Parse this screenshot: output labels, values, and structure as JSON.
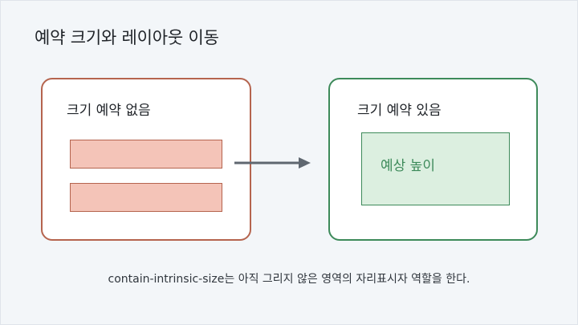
{
  "title": "예약 크기와 레이아웃 이동",
  "left_panel": {
    "title": "크기 예약 없음",
    "border_color": "#b5644e",
    "fill_color": "#f4c4b8"
  },
  "right_panel": {
    "title": "크기 예약 있음",
    "placeholder_label": "예상 높이",
    "border_color": "#3d8a5a",
    "fill_color": "#dcefe0"
  },
  "arrow_icon": "arrow-right-icon",
  "caption": "contain-intrinsic-size는 아직 그리지 않은 영역의 자리표시자 역할을 한다."
}
